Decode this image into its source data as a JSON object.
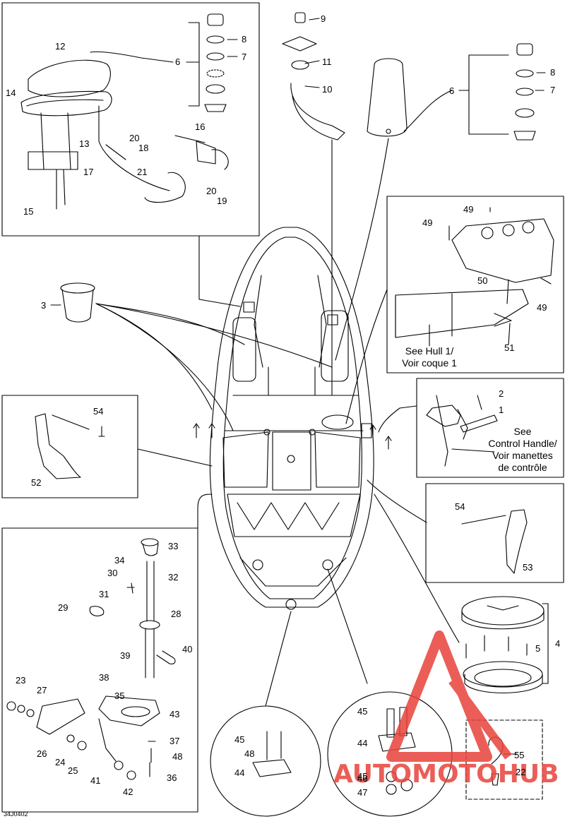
{
  "figure_code": "34J0402",
  "notes": {
    "hull": [
      "See Hull 1/",
      "Voir coque 1"
    ],
    "control": [
      "See",
      "Control Handle/",
      "Voir manettes",
      "de contrôle"
    ]
  },
  "callouts": [
    {
      "id": "c1",
      "text": "1"
    },
    {
      "id": "c2",
      "text": "2"
    },
    {
      "id": "c3",
      "text": "3"
    },
    {
      "id": "c4",
      "text": "4"
    },
    {
      "id": "c5",
      "text": "5"
    },
    {
      "id": "c6a",
      "text": "6"
    },
    {
      "id": "c6b",
      "text": "6"
    },
    {
      "id": "c7a",
      "text": "7"
    },
    {
      "id": "c7b",
      "text": "7"
    },
    {
      "id": "c8a",
      "text": "8"
    },
    {
      "id": "c8b",
      "text": "8"
    },
    {
      "id": "c9",
      "text": "9"
    },
    {
      "id": "c10",
      "text": "10"
    },
    {
      "id": "c11",
      "text": "11"
    },
    {
      "id": "c12",
      "text": "12"
    },
    {
      "id": "c13",
      "text": "13"
    },
    {
      "id": "c14",
      "text": "14"
    },
    {
      "id": "c15",
      "text": "15"
    },
    {
      "id": "c16",
      "text": "16"
    },
    {
      "id": "c17",
      "text": "17"
    },
    {
      "id": "c18",
      "text": "18"
    },
    {
      "id": "c19",
      "text": "19"
    },
    {
      "id": "c20a",
      "text": "20"
    },
    {
      "id": "c20b",
      "text": "20"
    },
    {
      "id": "c21",
      "text": "21"
    },
    {
      "id": "c22",
      "text": "22"
    },
    {
      "id": "c23",
      "text": "23"
    },
    {
      "id": "c24",
      "text": "24"
    },
    {
      "id": "c25",
      "text": "25"
    },
    {
      "id": "c26",
      "text": "26"
    },
    {
      "id": "c27",
      "text": "27"
    },
    {
      "id": "c28",
      "text": "28"
    },
    {
      "id": "c29",
      "text": "29"
    },
    {
      "id": "c30",
      "text": "30"
    },
    {
      "id": "c31",
      "text": "31"
    },
    {
      "id": "c32",
      "text": "32"
    },
    {
      "id": "c33",
      "text": "33"
    },
    {
      "id": "c34",
      "text": "34"
    },
    {
      "id": "c35",
      "text": "35"
    },
    {
      "id": "c36",
      "text": "36"
    },
    {
      "id": "c37",
      "text": "37"
    },
    {
      "id": "c38",
      "text": "38"
    },
    {
      "id": "c39",
      "text": "39"
    },
    {
      "id": "c40",
      "text": "40"
    },
    {
      "id": "c41",
      "text": "41"
    },
    {
      "id": "c42",
      "text": "42"
    },
    {
      "id": "c43",
      "text": "43"
    },
    {
      "id": "c44a",
      "text": "44"
    },
    {
      "id": "c44b",
      "text": "44"
    },
    {
      "id": "c45a",
      "text": "45"
    },
    {
      "id": "c45b",
      "text": "45"
    },
    {
      "id": "c45c",
      "text": "45"
    },
    {
      "id": "c46",
      "text": "46"
    },
    {
      "id": "c47",
      "text": "47"
    },
    {
      "id": "c48a",
      "text": "48"
    },
    {
      "id": "c48b",
      "text": "48"
    },
    {
      "id": "c49a",
      "text": "49"
    },
    {
      "id": "c49b",
      "text": "49"
    },
    {
      "id": "c49c",
      "text": "49"
    },
    {
      "id": "c50",
      "text": "50"
    },
    {
      "id": "c51",
      "text": "51"
    },
    {
      "id": "c52",
      "text": "52"
    },
    {
      "id": "c53",
      "text": "53"
    },
    {
      "id": "c54a",
      "text": "54"
    },
    {
      "id": "c54b",
      "text": "54"
    },
    {
      "id": "c55",
      "text": "55"
    }
  ],
  "watermark": {
    "brand": "AUTOMOTOHUB",
    "color": "#e8423a"
  }
}
